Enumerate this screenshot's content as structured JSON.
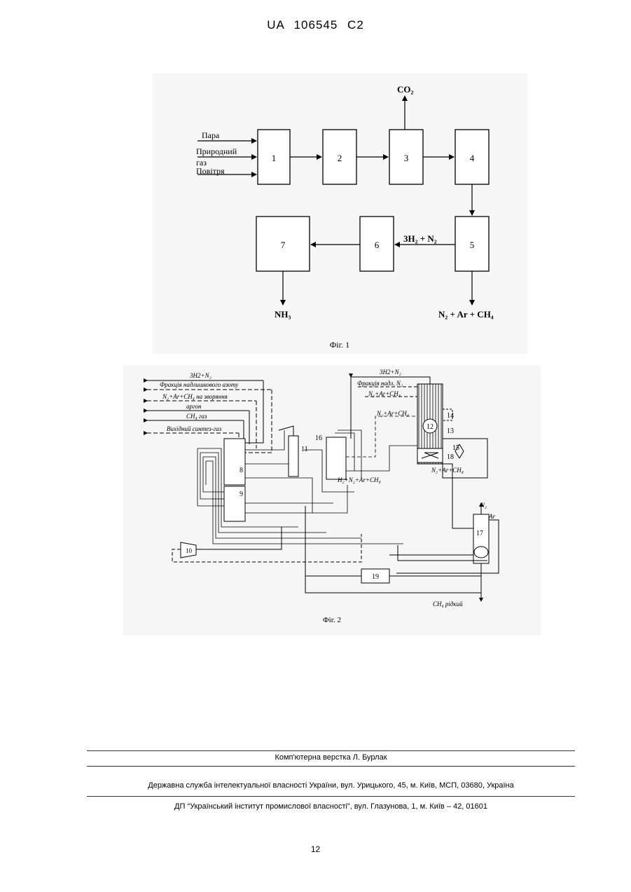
{
  "header": {
    "patent_number": "UA   106545   C2"
  },
  "figure1": {
    "caption": "Фіг. 1",
    "inputs": [
      "Пара",
      "Природний",
      "газ",
      "Повітря"
    ],
    "blocks": [
      "1",
      "2",
      "3",
      "4",
      "5",
      "6",
      "7"
    ],
    "output_co2": "CO₂",
    "stream_5_to_6": "3H₂ + N₂",
    "output_nh3": "NH₃",
    "output_5": "N₂ + Ar + CH₄"
  },
  "figure2": {
    "caption": "Фіг. 2",
    "left_streams": [
      "3H2+N₂",
      "Фракція надлишкового азоту",
      "N₂+Ar+CH₄  на зворяння",
      "аргон",
      "CH₄ газ",
      "Вихідний синтез-газ"
    ],
    "right_streams": [
      "3H2+N₂",
      "Фракція надл. N₂",
      "N₂+Ar+CH₄",
      "N₂+Ar+CH₄",
      "H₂+N₂+Ar+CH₄",
      "N₂+Ar+CH₄",
      "N₂",
      "Ar",
      "CH₄ рідкий"
    ],
    "units": [
      "8",
      "9",
      "10",
      "11",
      "12",
      "13",
      "14",
      "15",
      "16",
      "17",
      "18",
      "19"
    ]
  },
  "footer": {
    "layout": "Комп'ютерна верстка Л. Бурлак",
    "agency": "Державна служба інтелектуальної власності України, вул. Урицького, 45, м. Київ, МСП, 03680, Україна",
    "institute": "ДП “Український інститут промислової власності”, вул. Глазунова, 1, м. Київ – 42, 01601"
  },
  "page_number": "12"
}
